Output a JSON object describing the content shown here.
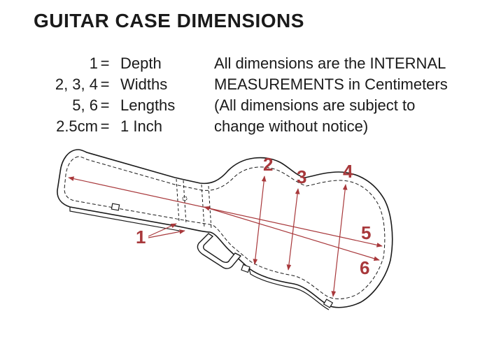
{
  "title": "GUITAR CASE DIMENSIONS",
  "legend": [
    {
      "key": "1",
      "eq": "=",
      "value": "Depth"
    },
    {
      "key": "2, 3, 4",
      "eq": "=",
      "value": "Widths"
    },
    {
      "key": "5, 6",
      "eq": "=",
      "value": "Lengths"
    },
    {
      "key": "2.5cm",
      "eq": "=",
      "value": "1 Inch"
    }
  ],
  "note_lines": [
    "All dimensions are the INTERNAL",
    "MEASUREMENTS in Centimeters",
    "(All dimensions are subject to",
    "change without notice)"
  ],
  "callouts": {
    "depth": "1",
    "width_upper": "2",
    "width_waist": "3",
    "width_lower": "4",
    "length_inner": "5",
    "length_outer": "6"
  },
  "colors": {
    "accent": "#a8383b",
    "outline": "#1a1a1a"
  }
}
